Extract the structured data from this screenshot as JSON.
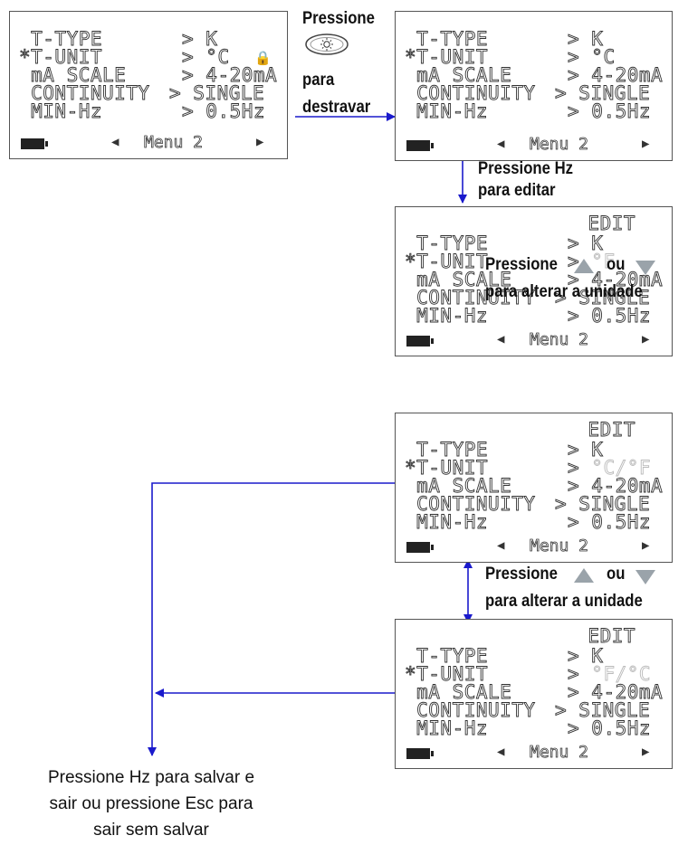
{
  "screens": [
    {
      "edit": "",
      "rows": [
        {
          "label": " T-TYPE",
          "val": "K"
        },
        {
          "label": "*T-UNIT",
          "val": "°C"
        },
        {
          "label": " mA SCALE",
          "val": "4-20mA"
        },
        {
          "label": " CONTINUITY",
          "val": "SINGLE"
        },
        {
          "label": " MIN-Hz",
          "val": "0.5Hz"
        }
      ],
      "menu": "Menu 2",
      "locked": true
    },
    {
      "edit": "",
      "rows": [
        {
          "label": " T-TYPE",
          "val": "K"
        },
        {
          "label": "*T-UNIT",
          "val": "°C"
        },
        {
          "label": " mA SCALE",
          "val": "4-20mA"
        },
        {
          "label": " CONTINUITY",
          "val": "SINGLE"
        },
        {
          "label": " MIN-Hz",
          "val": "0.5Hz"
        }
      ],
      "menu": "Menu 2"
    },
    {
      "edit": "EDIT",
      "rows": [
        {
          "label": " T-TYPE",
          "val": "K"
        },
        {
          "label": "*T-UNIT",
          "val": "°F"
        },
        {
          "label": " mA SCALE",
          "val": "4-20mA"
        },
        {
          "label": " CONTINUITY",
          "val": "SINGLE"
        },
        {
          "label": " MIN-Hz",
          "val": "0.5Hz"
        }
      ],
      "menu": "Menu 2"
    },
    {
      "edit": "EDIT",
      "rows": [
        {
          "label": " T-TYPE",
          "val": "K"
        },
        {
          "label": "*T-UNIT",
          "val": "°C/°F"
        },
        {
          "label": " mA SCALE",
          "val": "4-20mA"
        },
        {
          "label": " CONTINUITY",
          "val": "SINGLE"
        },
        {
          "label": " MIN-Hz",
          "val": "0.5Hz"
        }
      ],
      "menu": "Menu 2"
    },
    {
      "edit": "EDIT",
      "rows": [
        {
          "label": " T-TYPE",
          "val": "K"
        },
        {
          "label": "*T-UNIT",
          "val": "°F/°C"
        },
        {
          "label": " mA SCALE",
          "val": "4-20mA"
        },
        {
          "label": " CONTINUITY",
          "val": "SINGLE"
        },
        {
          "label": " MIN-Hz",
          "val": "0.5Hz"
        }
      ],
      "menu": "Menu 2"
    }
  ],
  "labels": {
    "pressione": "Pressione",
    "para": "para",
    "destravar": "destravar",
    "press_hz": "Pressione Hz",
    "para_editar": "para editar",
    "pressione_a": "Pressione",
    "ou_a": "ou",
    "alterar_a": "para alterar a unidade",
    "pressione_b": "Pressione",
    "ou_b": "ou",
    "alterar_b": "para alterar a unidade",
    "final_1": "Pressione Hz para salvar e",
    "final_2": "sair ou pressione Esc para",
    "final_3": "sair sem salvar"
  },
  "colors": {
    "flow": "#1a1acc",
    "arrow_buttons": "#9aa3aa"
  }
}
